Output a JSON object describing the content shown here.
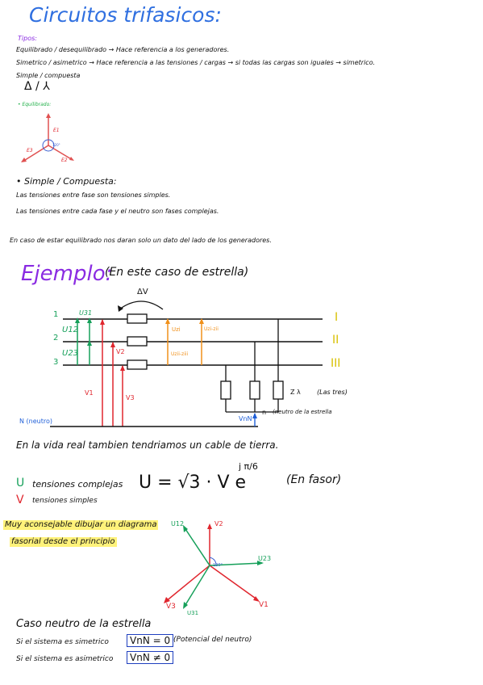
{
  "title": "Circuitos trifasicos:",
  "tipos": {
    "heading": "Tipos:",
    "line1": "Equilibrado / desequilibrado → Hace referencia a los generadores.",
    "line2": "Simetrico / asimetrico → Hace referencia a las tensiones / cargas → si todas las cargas son iguales → simetrico.",
    "line3": "Simple / compuesta",
    "symbols": "Δ / ⅄"
  },
  "equilibrado": {
    "label": "• Equilibrado:",
    "e1": "E1",
    "e2": "E2",
    "e3": "E3",
    "angle": "120°"
  },
  "simple": {
    "heading": "• Simple / Compuesta:",
    "line1": "Las tensiones entre fase son tensiones simples.",
    "line2": "Las tensiones entre cada fase y el neutro son fases complejas."
  },
  "note": "En caso de estar equilibrado nos daran solo un dato del lado de los generadores.",
  "ejemplo": {
    "heading": "Ejemplo:",
    "sub": "(En este caso de estrella)"
  },
  "circuit": {
    "delta_v": "ΔV",
    "n1": "1",
    "n2": "2",
    "n3": "3",
    "u31": "U31",
    "u12": "U12",
    "u23": "U23",
    "v2": "V2",
    "v1": "V1",
    "v3": "V3",
    "uzi": "Uzi",
    "uzi_zii": "Uzi-zii",
    "uzii_ziii": "Uzii-ziii",
    "r1": "I",
    "r2": "II",
    "r3": "III",
    "z": "Z λ",
    "loads": "(Las tres)",
    "neutro": "N (neutro)",
    "vnn": "VnN",
    "n": "n",
    "neutro_estrella": "(neutro de la estrella"
  },
  "note2": "En la vida real tambien tendriamos un cable de tierra.",
  "formulas": {
    "u_label": "U",
    "u_text": "tensiones complejas",
    "v_label": "V",
    "v_text": "tensiones simples",
    "formula": "U = √3 · V e",
    "exponent": "j π/6",
    "fasor": "(En fasor)"
  },
  "recommend": {
    "line1": "Muy aconsejable dibujar un diagrama",
    "line2": "fasorial desde el principio"
  },
  "phasor": {
    "u12": "U12",
    "v2": "V2",
    "u23": "U23",
    "v1": "V1",
    "v3": "V3",
    "u31": "U31",
    "angle": "120°"
  },
  "neutro": {
    "heading": "Caso neutro de la estrella",
    "sim_text": "Si el sistema es simetrico",
    "sim_eq": "VnN = 0",
    "sim_note": "(Potencial del neutro)",
    "asim_text": "Si el sistema es asimetrico",
    "asim_eq": "VnN ≠ 0"
  }
}
